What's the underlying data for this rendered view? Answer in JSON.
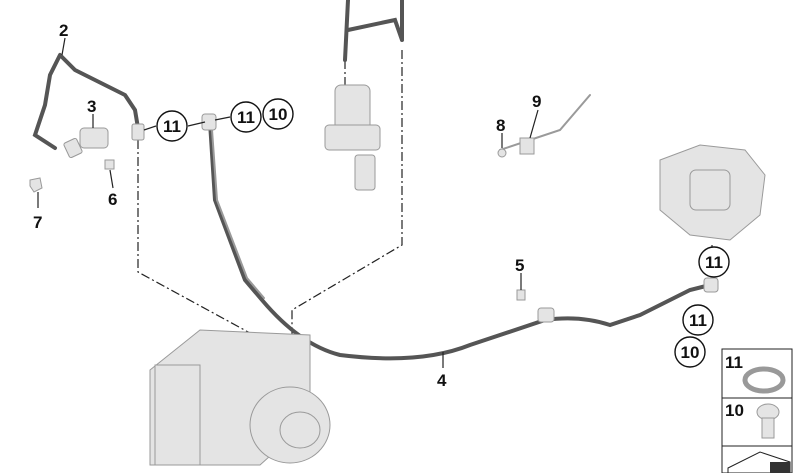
{
  "callouts": {
    "c2": "2",
    "c3": "3",
    "c6": "6",
    "c7": "7",
    "c11a": "11",
    "c11b": "11",
    "c10a": "10",
    "c8": "8",
    "c9": "9",
    "c5": "5",
    "c4": "4",
    "c11c": "11",
    "c11d": "11",
    "c10b": "10"
  },
  "legend": {
    "items": [
      {
        "number": "11",
        "part": "seal-ring"
      },
      {
        "number": "10",
        "part": "banjo-bolt"
      }
    ]
  }
}
